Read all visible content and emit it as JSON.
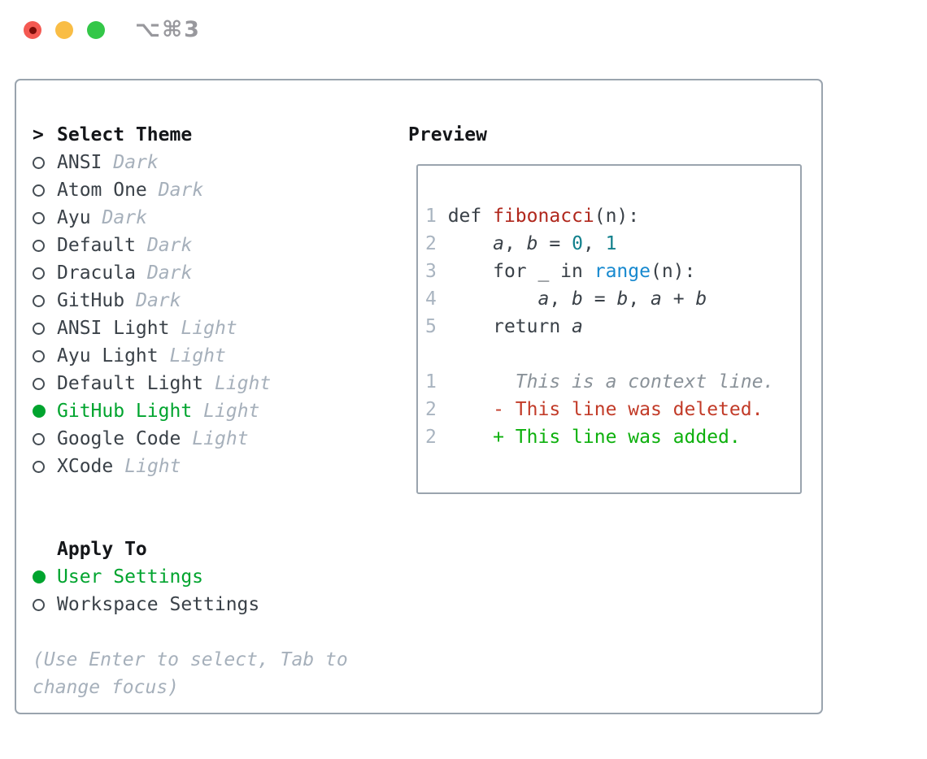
{
  "window": {
    "title": "⌥⌘3",
    "traffic_lights": [
      "close",
      "minimize",
      "zoom"
    ]
  },
  "colors": {
    "green": "#00a42e",
    "addgreen": "#0db00d",
    "delred": "#c23b28",
    "fnred": "#b0271c",
    "blue": "#1789cf",
    "teal": "#11808c",
    "close": "#f45952",
    "minimize": "#f9bd45",
    "zoomc": "#33c748"
  },
  "theme_list": {
    "header_prefix": ">",
    "header": "Select Theme",
    "items": [
      {
        "name": "ANSI",
        "variant": "Dark",
        "selected": false
      },
      {
        "name": "Atom One",
        "variant": "Dark",
        "selected": false
      },
      {
        "name": "Ayu",
        "variant": "Dark",
        "selected": false
      },
      {
        "name": "Default",
        "variant": "Dark",
        "selected": false
      },
      {
        "name": "Dracula",
        "variant": "Dark",
        "selected": false
      },
      {
        "name": "GitHub",
        "variant": "Dark",
        "selected": false
      },
      {
        "name": "ANSI Light",
        "variant": "Light",
        "selected": false
      },
      {
        "name": "Ayu Light",
        "variant": "Light",
        "selected": false
      },
      {
        "name": "Default Light",
        "variant": "Light",
        "selected": false
      },
      {
        "name": "GitHub Light",
        "variant": "Light",
        "selected": true
      },
      {
        "name": "Google Code",
        "variant": "Light",
        "selected": false
      },
      {
        "name": "XCode",
        "variant": "Light",
        "selected": false
      }
    ]
  },
  "apply_to": {
    "header": "Apply To",
    "options": [
      {
        "label": "User Settings",
        "selected": true
      },
      {
        "label": "Workspace Settings",
        "selected": false
      }
    ]
  },
  "help_text": "(Use Enter to select, Tab to change focus)",
  "preview": {
    "header": "Preview",
    "lines": [
      [
        [
          "ln",
          "1"
        ],
        [
          "pl",
          " def "
        ],
        [
          "fn",
          "fibonacci"
        ],
        [
          "pl",
          "(n):"
        ]
      ],
      [
        [
          "ln",
          "2"
        ],
        [
          "pl",
          "     "
        ],
        [
          "var",
          "a"
        ],
        [
          "pl",
          ", "
        ],
        [
          "var",
          "b"
        ],
        [
          "pl",
          " = "
        ],
        [
          "num",
          "0"
        ],
        [
          "pl",
          ", "
        ],
        [
          "num",
          "1"
        ]
      ],
      [
        [
          "ln",
          "3"
        ],
        [
          "pl",
          "     for _ in "
        ],
        [
          "bi",
          "range"
        ],
        [
          "pl",
          "(n):"
        ]
      ],
      [
        [
          "ln",
          "4"
        ],
        [
          "pl",
          "         "
        ],
        [
          "var",
          "a"
        ],
        [
          "pl",
          ", "
        ],
        [
          "var",
          "b"
        ],
        [
          "pl",
          " = "
        ],
        [
          "var",
          "b"
        ],
        [
          "pl",
          ", "
        ],
        [
          "var",
          "a"
        ],
        [
          "pl",
          " + "
        ],
        [
          "var",
          "b"
        ]
      ],
      [
        [
          "ln",
          "5"
        ],
        [
          "pl",
          "     return "
        ],
        [
          "var",
          "a"
        ]
      ],
      [],
      [
        [
          "ln",
          "1"
        ],
        [
          "pl",
          "       "
        ],
        [
          "ctx",
          "This is a context line."
        ]
      ],
      [
        [
          "ln",
          "2"
        ],
        [
          "pl",
          "     "
        ],
        [
          "del",
          "- This line was deleted."
        ]
      ],
      [
        [
          "ln",
          "2"
        ],
        [
          "pl",
          "     "
        ],
        [
          "add",
          "+ This line was added."
        ]
      ]
    ]
  }
}
